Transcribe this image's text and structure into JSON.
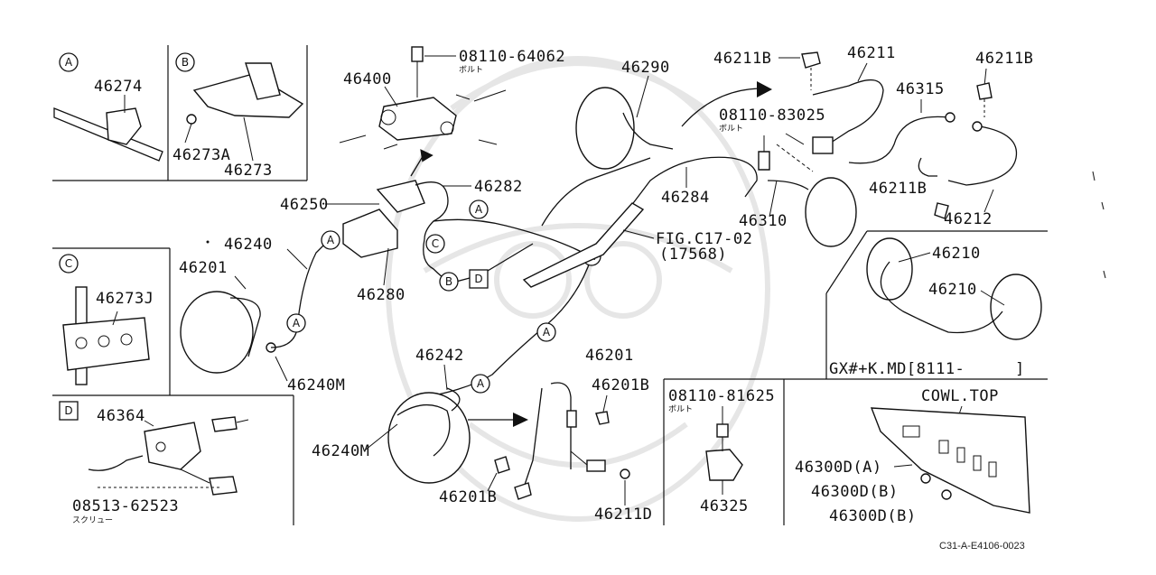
{
  "labels": {
    "p46274": "46274",
    "p46273A": "46273A",
    "p46273": "46273",
    "p46273J": "46273J",
    "p46364": "46364",
    "p0851362523": "08513-62523",
    "screw_kana": "スクリュー",
    "p46400": "46400",
    "p0811064062": "08110-64062",
    "bolt_kana_1": "ボルト",
    "p46290": "46290",
    "p46211B_top": "46211B",
    "p46211": "46211",
    "p46211B_right": "46211B",
    "p46315": "46315",
    "p0811083025": "08110-83025",
    "bolt_kana_2": "ボルト",
    "p46282": "46282",
    "p46250": "46250",
    "p46284": "46284",
    "p46310": "46310",
    "p46211B_mid": "46211B",
    "p46212": "46212",
    "p46240": "46240",
    "p46201_left": "46201",
    "p46280": "46280",
    "fig_ref": "FIG.C17-02",
    "fig_num": "(17568)",
    "p46240M_1": "46240M",
    "p46242": "46242",
    "p46201_mid": "46201",
    "p46201B_1": "46201B",
    "p46240M_2": "46240M",
    "p46201B_2": "46201B",
    "p46211D": "46211D",
    "p0811081625": "08110-81625",
    "bolt_kana_3": "ボルト",
    "p46325": "46325",
    "p46210_1": "46210",
    "p46210_2": "46210",
    "gx_note": "GX#+K.MD[8111-",
    "gx_bracket": "]",
    "cowl_top": "COWL.TOP",
    "p46300DA": "46300D(A)",
    "p46300DB_1": "46300D(B)",
    "p46300DB_2": "46300D(B)",
    "diagram_id": "C31-A-E4106-0023"
  },
  "callouts": {
    "A": "A",
    "B": "B",
    "C": "C",
    "D": "D"
  }
}
